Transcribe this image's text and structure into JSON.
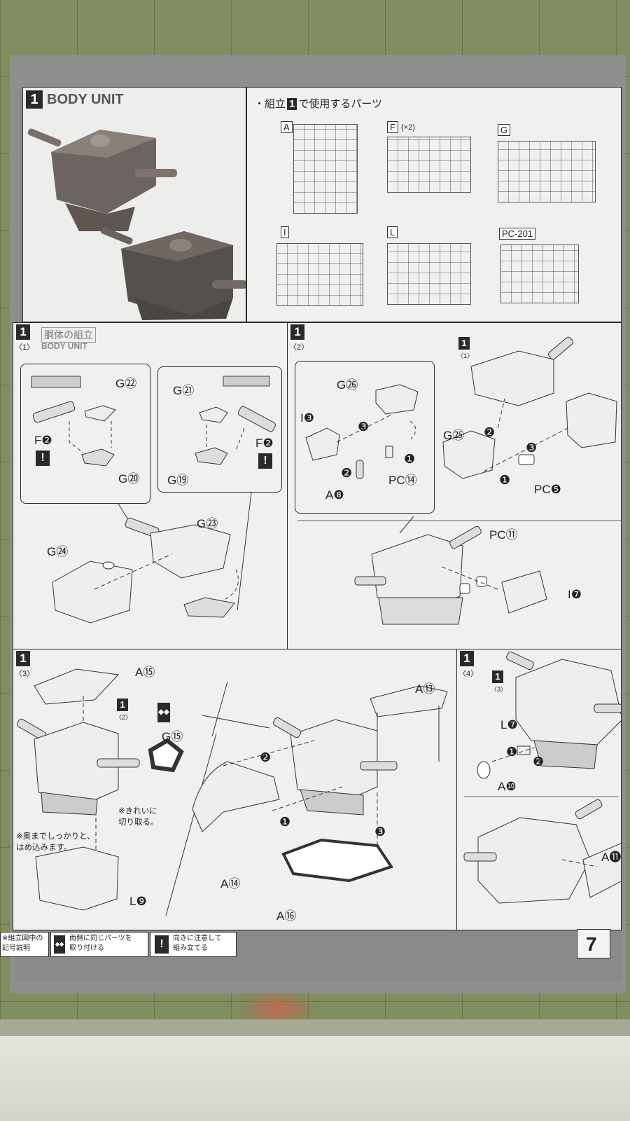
{
  "header": {
    "step": "1",
    "title": "BODY UNIT"
  },
  "parts_panel": {
    "heading_prefix": "・組立",
    "heading_step": "1",
    "heading_suffix": "で使用するパーツ",
    "runners": [
      {
        "id": "A"
      },
      {
        "id": "F",
        "qty": "(×2)"
      },
      {
        "id": "G"
      },
      {
        "id": "I"
      },
      {
        "id": "L"
      },
      {
        "id": "PC-201"
      }
    ]
  },
  "sub1": {
    "step": "1",
    "sub": "〈1〉",
    "title": "胴体の組立",
    "title_en": "BODY UNIT",
    "parts": [
      "G㉒",
      "F❷",
      "G⑳",
      "G㉑",
      "F❷",
      "G⑲",
      "G㉓",
      "G㉔"
    ],
    "warning_mark": "!"
  },
  "sub2": {
    "step": "1",
    "sub": "〈2〉",
    "ref_step": "1",
    "ref_sub": "〈1〉",
    "parts": [
      "G㉖",
      "I❸",
      "A❽",
      "PC⑭",
      "G㉕",
      "PC❺",
      "PC⑪",
      "I❼"
    ],
    "order": [
      "❸",
      "❷",
      "❶",
      "❷",
      "❸",
      "❶"
    ]
  },
  "sub3": {
    "step": "1",
    "sub": "〈3〉",
    "ref_step": "1",
    "ref_sub": "〈2〉",
    "parts": [
      "A⑮",
      "G⑮",
      "A⑬",
      "A⑭",
      "A⑯",
      "L❾"
    ],
    "order": [
      "❷",
      "❶",
      "❸"
    ],
    "note_cut": [
      "※きれいに",
      "切り取る。"
    ],
    "note_fit": [
      "※奥までしっかりと、",
      "はめ込みます。"
    ]
  },
  "sub4": {
    "step": "1",
    "sub": "〈4〉",
    "ref_step": "1",
    "ref_sub": "〈3〉",
    "parts": [
      "L❼",
      "A❿",
      "A⓫"
    ],
    "order": [
      "❶",
      "❷"
    ]
  },
  "legend": {
    "title": [
      "※組立図中の",
      "記号説明"
    ],
    "pair_text": [
      "両側に同じパーツを",
      "取り付ける"
    ],
    "warn_text": [
      "向きに注意して",
      "組み立てる"
    ],
    "warn_mark": "!"
  },
  "page_number": "7"
}
